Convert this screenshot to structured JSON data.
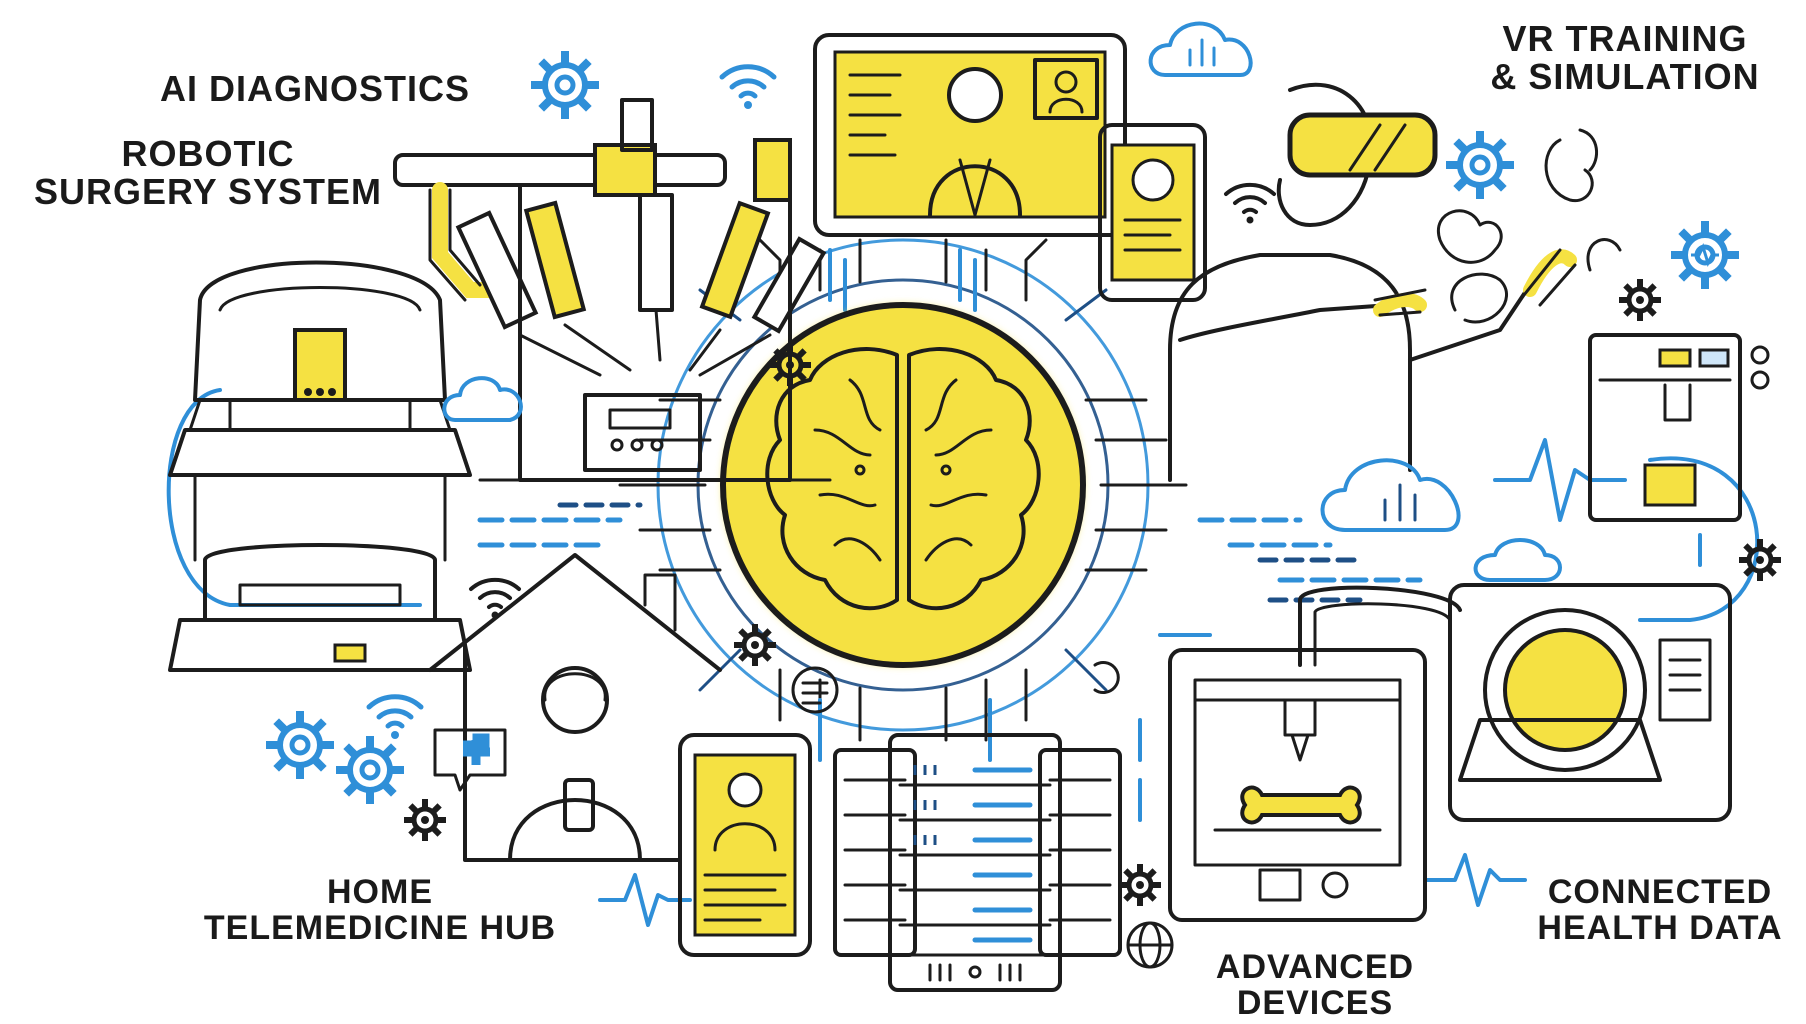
{
  "labels": {
    "ai_diagnostics": "AI DIAGNOSTICS",
    "robotic_surgery_line1": "ROBOTIC",
    "robotic_surgery_line2": "SURGERY SYSTEM",
    "vr_training_line1": "VR TRAINING",
    "vr_training_line2": "& SIMULATION",
    "home_telemedicine_line1": "HOME",
    "home_telemedicine_line2": "TELEMEDICINE HUB",
    "connected_health_line1": "CONNECTED",
    "connected_health_line2": "HEALTH DATA",
    "advanced_devices_line1": "ADVANCED",
    "advanced_devices_line2": "DEVICES"
  },
  "colors": {
    "accent_yellow": "#f5e142",
    "line_blue": "#2f8fd8",
    "dark_blue": "#1e4f86",
    "outline": "#1c1c1c"
  },
  "icons": [
    "brain-icon",
    "gear-icon",
    "wifi-icon",
    "cloud-icon",
    "heartbeat-icon",
    "globe-icon",
    "medical-cross-icon",
    "server-rack-icon",
    "tablet-icon",
    "smartphone-icon",
    "vr-headset-icon",
    "3d-printer-icon",
    "mri-scanner-icon",
    "robotic-arm-icon",
    "house-icon",
    "surgeon-console-icon"
  ]
}
